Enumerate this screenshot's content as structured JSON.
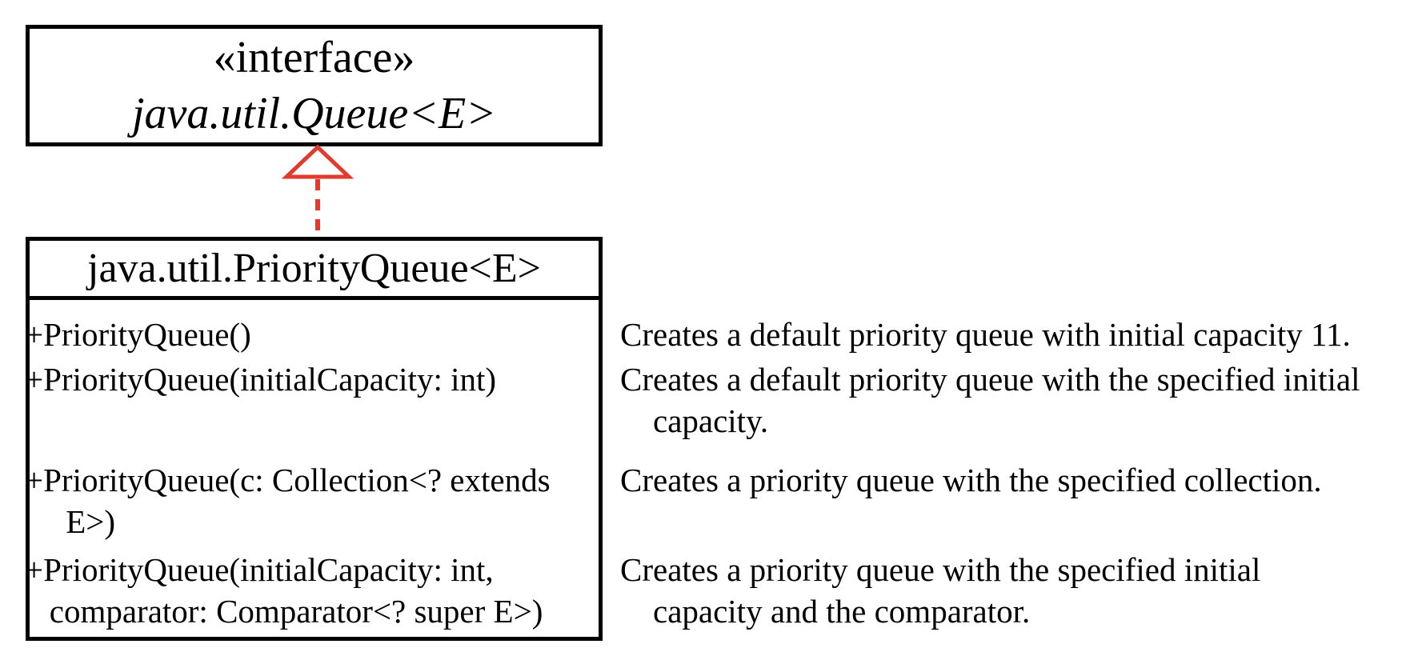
{
  "interface_box": {
    "stereotype": "«interface»",
    "name": "java.util.Queue<E>"
  },
  "relationship": {
    "arrow_color": "#e23b2e"
  },
  "class_box": {
    "title": "java.util.PriorityQueue<E>",
    "members": [
      {
        "signature_lines": [
          "+PriorityQueue()"
        ],
        "description_lines": [
          "Creates a default priority queue with initial capacity 11."
        ]
      },
      {
        "signature_lines": [
          "+PriorityQueue(initialCapacity: int)"
        ],
        "description_lines": [
          "Creates a default priority queue with the specified initial",
          "    capacity."
        ]
      },
      {
        "signature_lines": [
          "+PriorityQueue(c: Collection<? extends",
          "     E>)"
        ],
        "description_lines": [
          "Creates a priority queue with the specified collection."
        ]
      },
      {
        "signature_lines": [
          "+PriorityQueue(initialCapacity: int,",
          "   comparator: Comparator<? super E>)"
        ],
        "description_lines": [
          "Creates a priority queue with the specified initial",
          "    capacity and the comparator."
        ]
      }
    ]
  }
}
